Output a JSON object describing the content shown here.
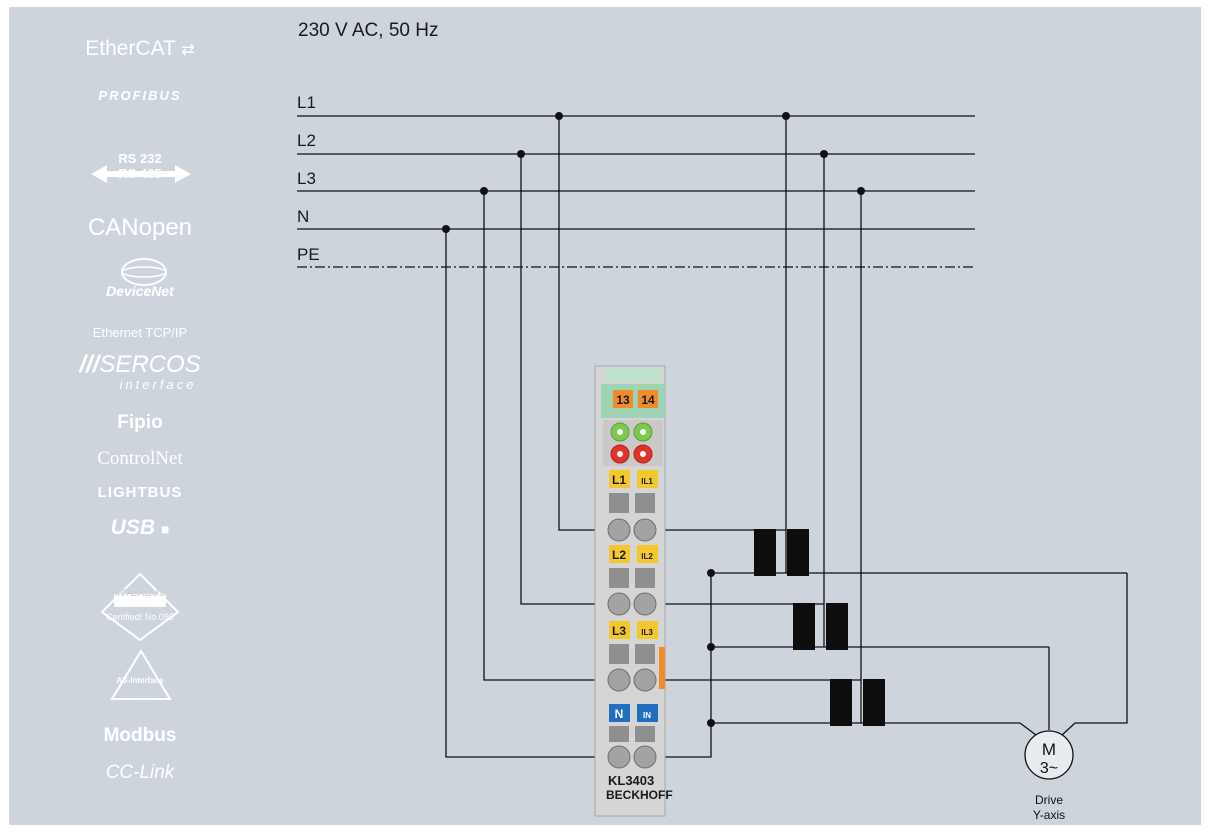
{
  "diagram": {
    "title": "230 V AC, 50 Hz",
    "buses": [
      {
        "label": "L1"
      },
      {
        "label": "L2"
      },
      {
        "label": "L3"
      },
      {
        "label": "N"
      },
      {
        "label": "PE"
      }
    ],
    "terminal": {
      "terminals": [
        "13",
        "14"
      ],
      "phase_labels": [
        {
          "main": "L1",
          "sub": "IL1"
        },
        {
          "main": "L2",
          "sub": "IL2"
        },
        {
          "main": "L3",
          "sub": "IL3"
        },
        {
          "main": "N",
          "sub": "IN"
        }
      ],
      "model": "KL3403",
      "brand": "BECKHOFF"
    },
    "motor": {
      "symbol": "M",
      "phases": "3~",
      "caption_line1": "Drive",
      "caption_line2": "Y-axis"
    },
    "colors": {
      "background": "#cdd4dc",
      "wire": "#111111",
      "terminal_body": "#d5d5d5",
      "phase_label": "#f3c82c",
      "n_label": "#1f6fbe",
      "terminal_top": "#f08c2a",
      "led_green": "#7cc94b",
      "led_red": "#e0332b"
    }
  },
  "sidebar": {
    "logos": [
      "EtherCAT",
      "PROFIBUS",
      "RS 232",
      "RS 485",
      "CANopen",
      "DeviceNet",
      "Ethernet TCP/IP",
      "SERCOS",
      "interface",
      "Fipio",
      "ControlNet",
      "LIGHTBUS",
      "USB",
      "INTERBUS",
      "Certified! No.099",
      "AS-Interface",
      "Modbus",
      "CC-Link"
    ]
  }
}
